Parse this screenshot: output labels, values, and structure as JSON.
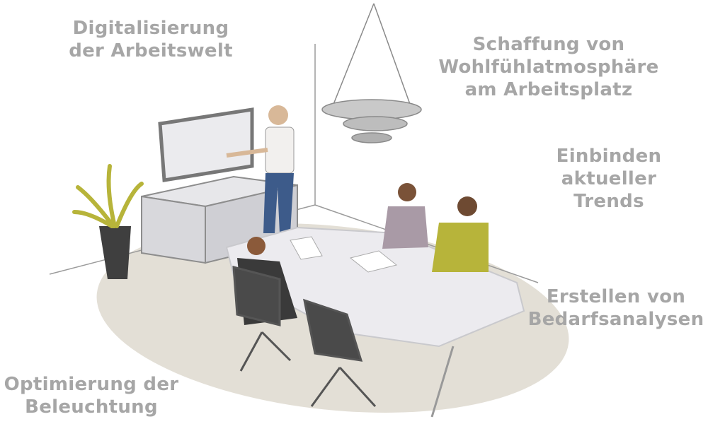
{
  "labels": {
    "digitalisierung": [
      "Digitalisierung",
      "der Arbeitswelt"
    ],
    "wohlfuehl": [
      "Schaffung von",
      "Wohlfühlatmosphäre",
      "am Arbeitsplatz"
    ],
    "trends": [
      "Einbinden",
      "aktueller",
      "Trends"
    ],
    "bedarf": [
      "Erstellen von",
      "Bedarfsanalysen"
    ],
    "beleuchtung": [
      "Optimierung der",
      "Beleuchtung"
    ]
  },
  "colors": {
    "label_text": "#a6a6a6",
    "floor": "#e3dfd6",
    "table": "#ecebef",
    "lines": "#9b9b9b",
    "accent_green": "#b7b43a"
  }
}
